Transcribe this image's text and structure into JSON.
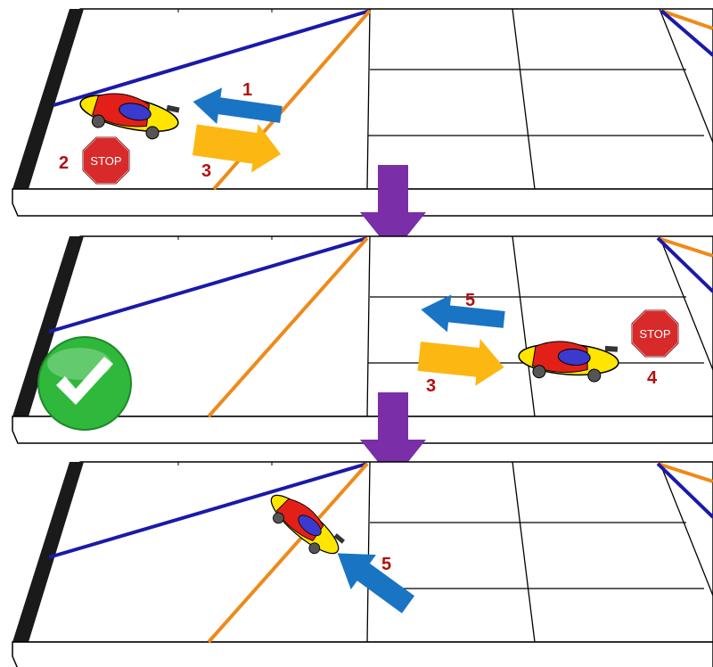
{
  "colors": {
    "board_line": "#000000",
    "board_edge": "#1a1a1a",
    "blue_line": "#1a1aa8",
    "orange_line": "#ee8a1a",
    "arrow_blue": "#1a74c4",
    "arrow_yellow": "#fdb712",
    "arrow_purple": "#7a2ea8",
    "label_red": "#b01010",
    "stop_red": "#d82a2a",
    "check_green": "#2fb83c",
    "car_yellow": "#ffe500",
    "car_red": "#e32018"
  },
  "stop_sign_text": "STOP",
  "panels": [
    {
      "id": "panel-1",
      "labels": {
        "backward": "1",
        "stop": "2",
        "forward": "3"
      }
    },
    {
      "id": "panel-2",
      "labels": {
        "stop": "4",
        "forward": "3",
        "backward": "5"
      }
    },
    {
      "id": "panel-3",
      "labels": {
        "backward": "5"
      }
    }
  ],
  "icons": [
    "race-car-icon",
    "stop-sign-icon",
    "check-mark-icon",
    "down-arrow-icon"
  ]
}
